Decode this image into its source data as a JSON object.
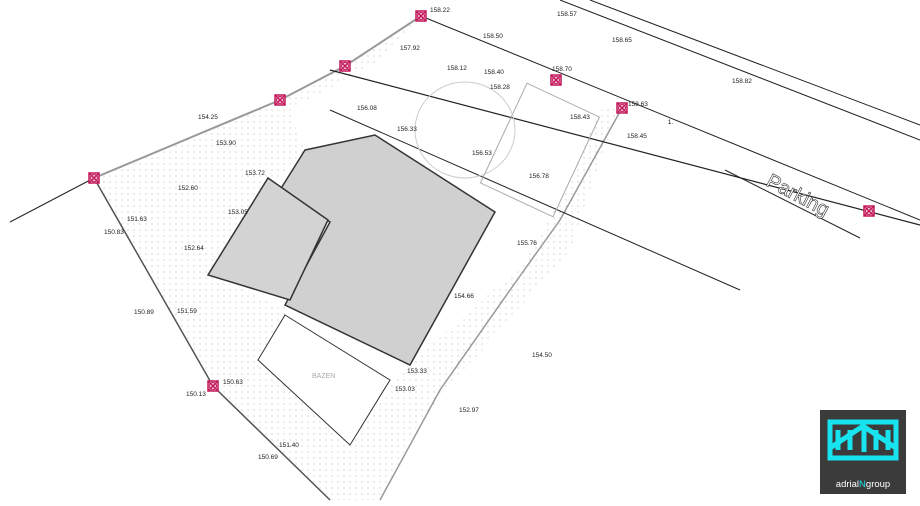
{
  "drawing": {
    "pool_label": "BAZEN",
    "parking_label": "Parking",
    "note_label": "1.",
    "elevations": [
      "158.22",
      "158.57",
      "158.50",
      "157.92",
      "158.65",
      "158.12",
      "158.40",
      "158.70",
      "158.28",
      "158.63",
      "158.82",
      "158.43",
      "158.45",
      "154.25",
      "156.08",
      "156.33",
      "153.90",
      "156.53",
      "153.72",
      "156.78",
      "152.60",
      "153.05",
      "151.63",
      "150.83",
      "152.64",
      "155.76",
      "154.66",
      "150.89",
      "151.59",
      "154.50",
      "153.33",
      "150.63",
      "153.03",
      "150.13",
      "152.97",
      "151.40",
      "150.69"
    ],
    "colors": {
      "marker": "#c2185b",
      "building": "#d0d0d0",
      "line": "#222222"
    }
  },
  "logo": {
    "text_left": "adrial",
    "text_mid": "N",
    "text_right": "group",
    "accent": "#18e4f0"
  }
}
